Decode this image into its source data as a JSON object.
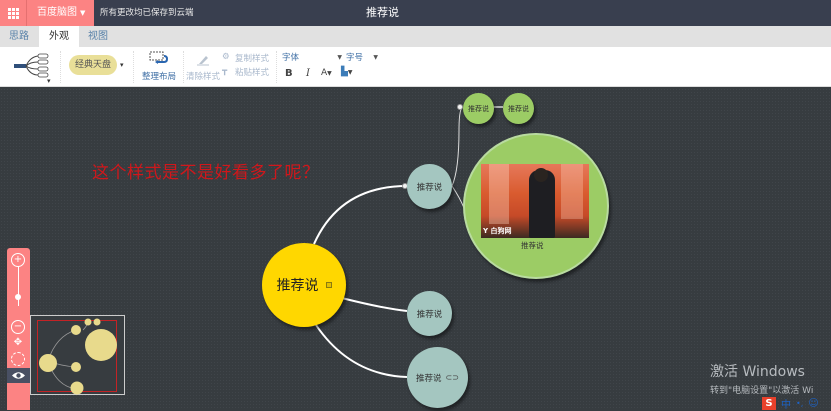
{
  "topbar": {
    "app_menu_icon": "grid-icon",
    "brand_label": "百度脑图",
    "brand_caret": "▼",
    "save_status": "所有更改均已保存到云端",
    "doc_title": "推荐说"
  },
  "tabs": [
    {
      "label": "思路",
      "active": false
    },
    {
      "label": "外观",
      "active": true
    },
    {
      "label": "视图",
      "active": false
    }
  ],
  "toolbar": {
    "structure_icon": "mindmap-structure-icon",
    "theme_label": "经典天盘",
    "arrange_label": "整理布局",
    "clear_style_label": "清除样式",
    "copy_style_label": "复制样式",
    "paste_style_label": "粘贴样式",
    "font_family_placeholder": "字体",
    "font_size_placeholder": "字号",
    "bold_label": "B",
    "italic_label": "I",
    "font_color_label": "A",
    "caret": "▾"
  },
  "canvas": {
    "annotation_text": "这个样式是不是好看多了呢？",
    "annotation_color": "#d0171b",
    "root": {
      "label": "推荐说",
      "color": "#ffd700"
    },
    "nodes": [
      {
        "id": "branch-top",
        "label": "推荐说"
      },
      {
        "id": "branch-mid",
        "label": "推荐说"
      },
      {
        "id": "branch-bottom",
        "label": "推荐说",
        "link_icon": "⊂⊃"
      },
      {
        "id": "leaf-1",
        "label": "推荐说"
      },
      {
        "id": "leaf-2",
        "label": "推荐说"
      },
      {
        "id": "image-node",
        "label": "推荐说",
        "image_watermark": "Y 白狗网"
      }
    ],
    "colors": {
      "branch": "#a4c6c0",
      "leaf": "#9ccc65",
      "background": "#373c40"
    }
  },
  "zoom_panel": {
    "zoom_in": "⊕",
    "zoom_out": "⊖",
    "move": "✥",
    "locate": "◌",
    "eye": "👁"
  },
  "watermark": {
    "line1": "激活 Windows",
    "line2": "转到\"电脑设置\"以激活 Wi",
    "ime_logo": "S",
    "ime_mode": "中"
  }
}
